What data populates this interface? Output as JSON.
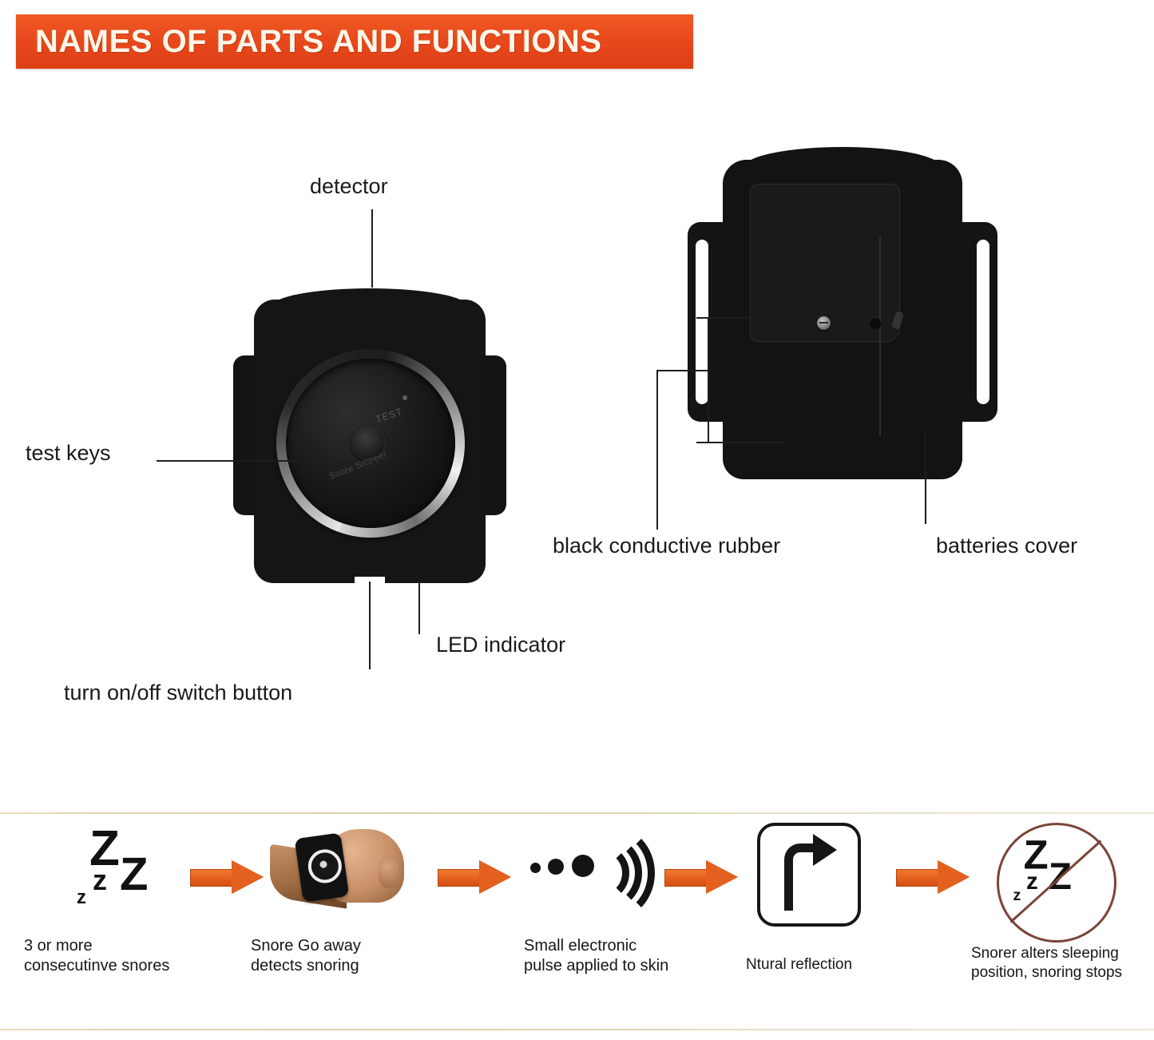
{
  "header": {
    "title": "NAMES OF PARTS AND FUNCTIONS",
    "banner_color": "#e8461b",
    "text_color": "#fdf6e8"
  },
  "diagram": {
    "labels": {
      "detector": "detector",
      "test_keys": "test keys",
      "led_indicator": "LED indicator",
      "switch_button": "turn on/off switch button",
      "conductive_rubber": "black conductive rubber",
      "batteries_cover": "batteries cover"
    },
    "device_front": {
      "emboss_test": "TEST",
      "emboss_brand": "Snore Stopper"
    }
  },
  "flow": {
    "arrow_color": "#e4601f",
    "steps": [
      {
        "icon": "zzz-sleep-icon",
        "caption": "3 or more\nconsecutinve snores"
      },
      {
        "icon": "wrist-device-photo-icon",
        "caption": "Snore Go away\ndetects snoring"
      },
      {
        "icon": "electronic-pulse-wave-icon",
        "caption": "Small electronic\npulse applied to skin"
      },
      {
        "icon": "turn-right-arrow-icon",
        "caption": "Ntural reflection"
      },
      {
        "icon": "no-snoring-icon",
        "caption": "Snorer alters sleeping\nposition, snoring stops"
      }
    ],
    "zzz_glyphs": {
      "big1": "Z",
      "big2": "Z",
      "mid": "z",
      "small": "z"
    }
  }
}
